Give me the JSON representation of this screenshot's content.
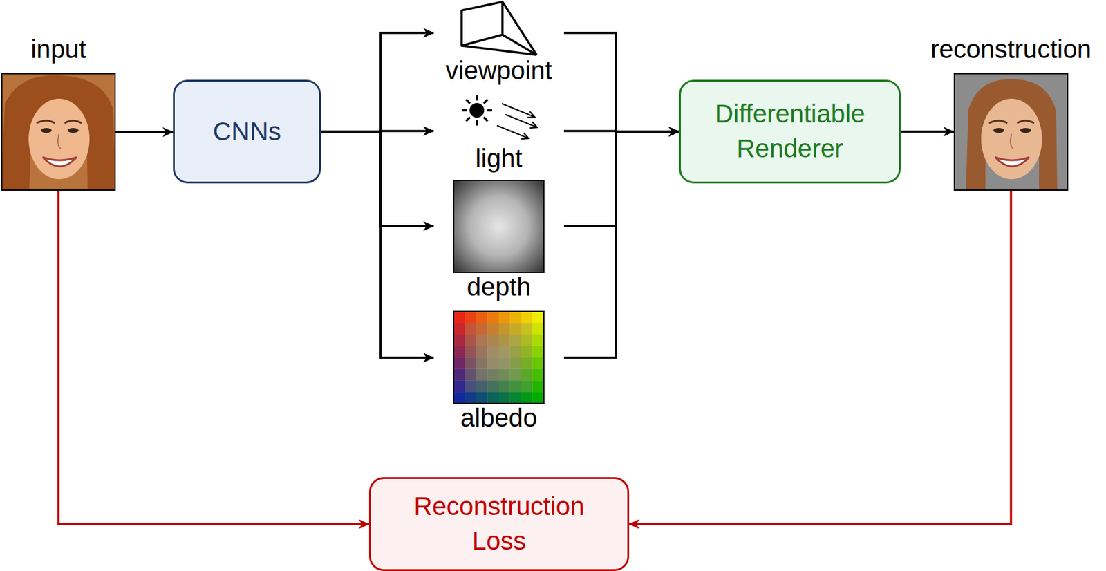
{
  "diagram": {
    "nodes": [
      {
        "text": [
          "input"
        ]
      },
      {
        "text": [
          "CNNs"
        ]
      },
      {
        "text": [
          "viewpoint"
        ]
      },
      {
        "text": [
          "light"
        ]
      },
      {
        "text": [
          "depth"
        ]
      },
      {
        "text": [
          "albedo"
        ]
      },
      {
        "text": [
          "Differentiable Renderer"
        ]
      },
      {
        "text": [
          "reconstruction"
        ]
      },
      {
        "text": [
          "Reconstruction Loss"
        ]
      }
    ],
    "edges": [
      {
        "from": 0,
        "to": 1,
        "arrow": "to"
      },
      {
        "from": 1,
        "to": 2,
        "arrow": "to"
      },
      {
        "from": 1,
        "to": 3,
        "arrow": "to"
      },
      {
        "from": 1,
        "to": 4,
        "arrow": "to"
      },
      {
        "from": 1,
        "to": 5,
        "arrow": "to"
      },
      {
        "from": 2,
        "to": 6,
        "arrow": "to"
      },
      {
        "from": 3,
        "to": 6,
        "arrow": "to"
      },
      {
        "from": 4,
        "to": 6,
        "arrow": "to"
      },
      {
        "from": 5,
        "to": 6,
        "arrow": "to"
      },
      {
        "from": 6,
        "to": 7,
        "arrow": "to"
      },
      {
        "from": 0,
        "to": 8,
        "arrow": "to"
      },
      {
        "from": 7,
        "to": 8,
        "arrow": "to"
      }
    ]
  }
}
